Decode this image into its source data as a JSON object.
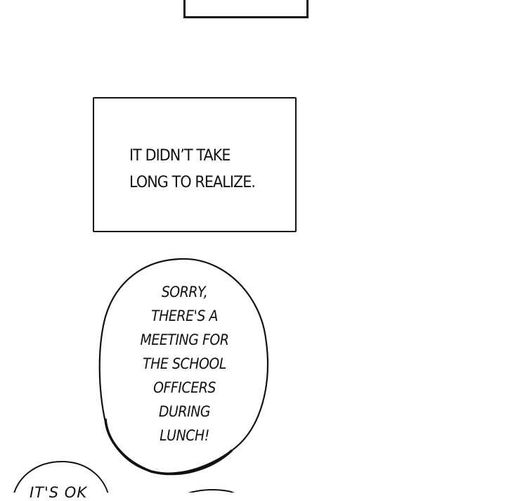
{
  "comic": {
    "caption": {
      "lines": [
        "IT DIDN’T TAKE",
        "LONG TO REALIZE."
      ]
    },
    "speech_bubble_1": {
      "lines": [
        "SORRY,",
        "THERE'S A",
        "MEETING FOR",
        "THE SCHOOL",
        "OFFICERS",
        "DURING",
        "LUNCH!"
      ]
    },
    "speech_bubble_2": {
      "text": "IT'S OK"
    }
  }
}
